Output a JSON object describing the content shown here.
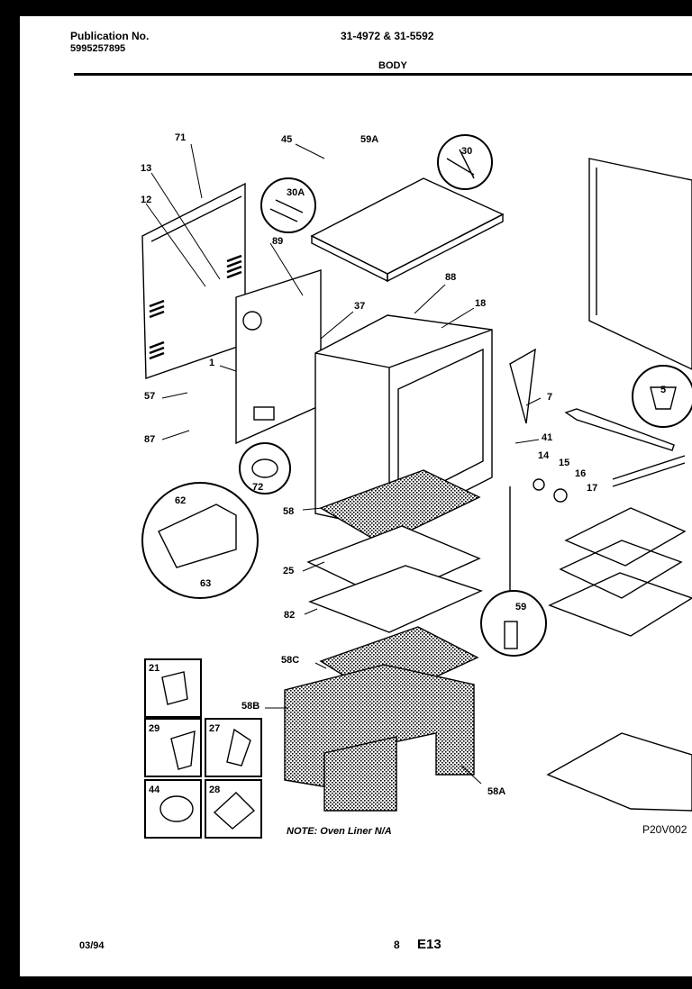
{
  "header": {
    "pub_label": "Publication No.",
    "pub_number": "5995257895",
    "models": "31-4972 & 31-5592",
    "section": "BODY"
  },
  "footer": {
    "date": "03/94",
    "page": "8",
    "code": "E13"
  },
  "note": "NOTE: Oven Liner N/A",
  "drawing_code": "P20V002",
  "callouts": [
    "71",
    "45",
    "59A",
    "30",
    "13",
    "12",
    "30A",
    "89",
    "88",
    "18",
    "37",
    "1",
    "57",
    "87",
    "7",
    "41",
    "14",
    "15",
    "16",
    "17",
    "72",
    "62",
    "58",
    "25",
    "63",
    "82",
    "59",
    "58C",
    "58B",
    "58A",
    "21",
    "29",
    "27",
    "44",
    "28",
    "5"
  ]
}
